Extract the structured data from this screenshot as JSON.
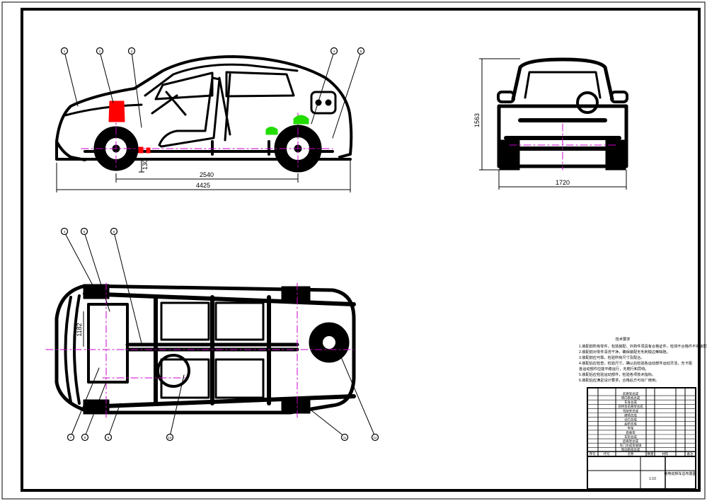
{
  "colors": {
    "line": "#000000",
    "center_line": "#cc00cc",
    "accent_red": "#ff0000",
    "accent_green": "#22dd00"
  },
  "side_view": {
    "dimensions": {
      "wheelbase": "2540",
      "overall_length": "4425",
      "ground_clearance": "130"
    },
    "balloons": [
      "1",
      "2",
      "3",
      "4",
      "5"
    ]
  },
  "front_view": {
    "dimensions": {
      "height": "1563",
      "width": "1720"
    }
  },
  "bottom_view": {
    "dimensions": {
      "axle_dim": "1182"
    },
    "balloons_top": [
      "4",
      "5",
      "6"
    ],
    "balloons_bottom": [
      "7",
      "8",
      "9",
      "10",
      "11",
      "12"
    ]
  },
  "technical_notes": {
    "title": "技术要求",
    "lines": [
      "1.装配前所有零件，包括装配、外购件须具有合格证件，检测不合格件不得装配。",
      "2.装配前对零件清洗干净，确保装配无毛刺锐边等缺陷。",
      "3.装配前应可靠，检验所有尺寸及配合。",
      "4.装配后应检查，检验尺寸，确认后检验各运动部件运动灵活，无卡阻",
      "  各运动部件应能平稳运行，无爬行和异响。",
      "5.装配后应检验运动部件，检验各项技术指标。",
      "6.装配后应满足设计要求，合格后方可出厂使用。"
    ]
  },
  "parts_list": [
    "前悬架总成",
    "转向系统总成",
    "车身总成",
    "前桥及前悬架总成",
    "驾驶室总成",
    "座椅总成",
    "动力总成",
    "后桥总成",
    "车架",
    "后悬架",
    "车轮总成",
    "后悬架总成",
    "车门总成及玻璃",
    "制动系统总成"
  ],
  "title_block": {
    "drawing_name": "纯电动轿车总布置图",
    "header_cells": [
      "序号",
      "代号",
      "名称",
      "数量",
      "材料",
      "备注"
    ],
    "small": "1:10"
  }
}
